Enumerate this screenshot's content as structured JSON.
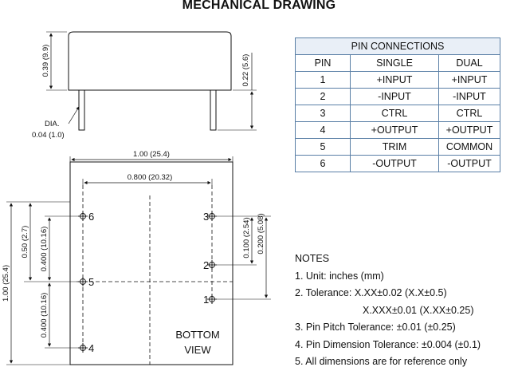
{
  "title": "MECHANICAL DRAWING",
  "side_view": {
    "height_label": "0.39 (9.9)",
    "pin_length_label": "0.22 (5.6)",
    "dia_label_1": "DIA.",
    "dia_label_2": "0.04 (1.0)"
  },
  "bottom_view": {
    "width_label": "1.00 (25.4)",
    "pitch_label": "0.800 (20.32)",
    "height_label": "1.00 (25.4)",
    "left_upper_label": "0.50 (2.7)",
    "left_pitch_upper_label": "0.400 (10.16)",
    "left_pitch_lower_label": "0.400 (10.16)",
    "right_pitch_1_label": "0.100 (2.54)",
    "right_pitch_2_label": "0.200 (5.08)",
    "pin_numbers": [
      "1",
      "2",
      "3",
      "4",
      "5",
      "6"
    ],
    "view_label_1": "BOTTOM",
    "view_label_2": "VIEW"
  },
  "pin_table": {
    "caption": "PIN CONNECTIONS",
    "headers": [
      "PIN",
      "SINGLE",
      "DUAL"
    ],
    "rows": [
      [
        "1",
        "+INPUT",
        "+INPUT"
      ],
      [
        "2",
        "-INPUT",
        "-INPUT"
      ],
      [
        "3",
        "CTRL",
        "CTRL"
      ],
      [
        "4",
        "+OUTPUT",
        "+OUTPUT"
      ],
      [
        "5",
        "TRIM",
        "COMMON"
      ],
      [
        "6",
        "-OUTPUT",
        "-OUTPUT"
      ]
    ]
  },
  "notes": {
    "heading": "NOTES",
    "items": [
      "1.  Unit: inches (mm)",
      "2.  Tolerance:  X.XX±0.02 (X.X±0.5)",
      "X.XXX±0.01 (X.XX±0.25)",
      "3.  Pin Pitch Tolerance: ±0.01 (±0.25)",
      "4.  Pin Dimension Tolerance: ±0.004 (±0.1)",
      "5.  All dimensions are for reference only"
    ]
  }
}
